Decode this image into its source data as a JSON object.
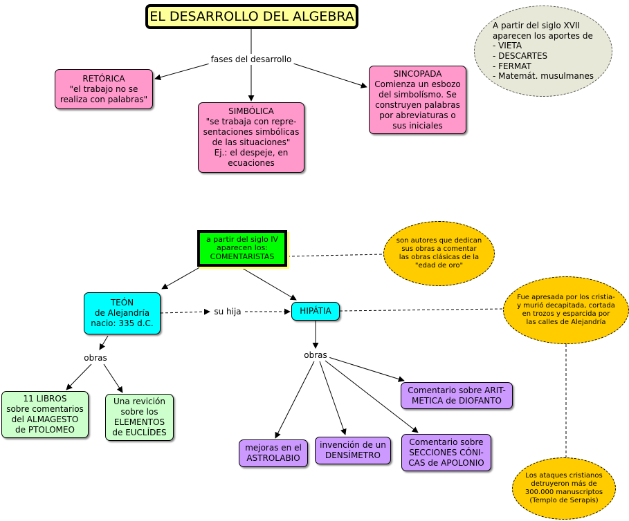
{
  "title": "EL DESARROLLO DEL ALGEBRA",
  "linking_phrases": {
    "fases": "fases del desarrollo",
    "su_hija": "su hija",
    "obras_teon": "obras",
    "obras_hipatia": "obras"
  },
  "fases": {
    "retorica": "RETÓRICA\n\"el trabajo no se\nrealiza con palabras\"",
    "simbolica": "SIMBÓLICA\n\"se trabaja con repre-\nsentaciones simbólicas\nde las situaciones\"\nEj.: el despeje, en\necuaciones",
    "sincopada": "SINCOPADA\nComienza un esbozo\ndel simbolísmo. Se\nconstruyen palabras\npor abreviaturas o\nsus iniciales"
  },
  "aportes_note": "A partir del siglo XVII\naparecen los aportes de\n  - VIETA\n  - DESCARTES\n  - FERMAT\n  - Matemát. musulmanes",
  "comentaristas": "a partir del siglo IV\naparecen los:\nCOMENTARISTAS",
  "comentaristas_note": "son autores que dedican\nsus obras a comentar\nlas obras clásicas de la\n\"edad de oro\"",
  "teon": "TEÓN\nde Alejandría\nnacio: 335 d.C.",
  "hipatia": "HIPÁTIA",
  "hipatia_note": "Fue apresada por los cristia-\ny murió decapitada, cortada\nen trozos y esparcida por\nlas calles de Alejandría",
  "ataques_note": "Los ataques cristianos\ndetruyeron más de\n300.000 manuscriptos\n(Templo de Serapis)",
  "obras_teon": {
    "libros": "11 LIBROS\nsobre comentarios\ndel ALMAGESTO\nde PTOLOMEO",
    "revicion": "Una revición\nsobre los\nELEMENTOS\nde EUCLÍDES"
  },
  "obras_hipatia": {
    "astrolabio": "mejoras en el\nASTROLABIO",
    "densimetro": "invención de un\nDENSÍMETRO",
    "secciones": "Comentario sobre\nSECCIONES CÓNI-\nCAS de APOLONIO",
    "aritmetica": "Comentario sobre ARIT-\nMETICA de DIOFANTO"
  },
  "colors": {
    "title_fill": "#ffff99",
    "fase_fill": "#ff99cc",
    "comentaristas_fill": "#00ff00",
    "person_fill": "#00ffff",
    "teon_work_fill": "#ccffcc",
    "hipatia_work_fill": "#cc99ff",
    "note_gray_fill": "#e8e8d8",
    "note_orange_fill": "#ffcc00"
  }
}
